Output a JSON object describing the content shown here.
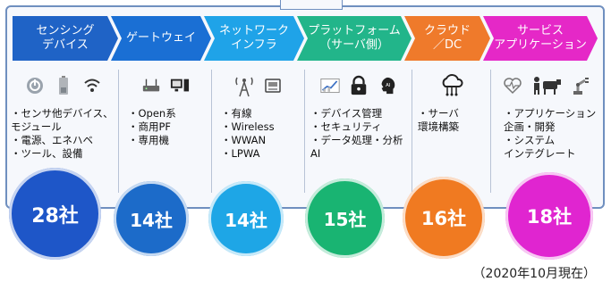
{
  "categories": [
    {
      "id": "sensing",
      "header": "センシング\nデバイス",
      "header_color": "#1f63c6",
      "icons": [
        "power-icon",
        "battery-icon",
        "wifi-icon"
      ],
      "items": "・センサ他デバイス、\n  モジュール\n・電源、エネハベ\n・ツール、設備",
      "count": "28社",
      "circle_color": "#1e56c8"
    },
    {
      "id": "gateway",
      "header": "ゲートウェイ",
      "header_color": "#1a6fd4",
      "icons": [
        "router-icon",
        "computer-icon"
      ],
      "items": "・Open系\n・商用PF\n・専用機",
      "count": "14社",
      "circle_color": "#1c6bc9"
    },
    {
      "id": "network",
      "header": "ネットワーク\nインフラ",
      "header_color": "#1fa3e8",
      "icons": [
        "antenna-tower-icon",
        "device-icon"
      ],
      "items": "・有線\n・Wireless\n・WWAN\n・LPWA",
      "count": "14社",
      "circle_color": "#1ea6e6"
    },
    {
      "id": "platform",
      "header": "プラットフォーム\n（サーバ側）",
      "header_color": "#22b58a",
      "icons": [
        "analytics-chart-icon",
        "security-lock-icon",
        "ai-head-icon"
      ],
      "items": "・デバイス管理\n・セキュリティ\n・データ処理・分析\n  AI",
      "count": "15社",
      "circle_color": "#19b472"
    },
    {
      "id": "cloud",
      "header": "クラウド\n／DC",
      "header_color": "#ef7a2b",
      "icons": [
        "cloud-network-icon"
      ],
      "items": "・サーバ\n  環境構築",
      "count": "16社",
      "circle_color": "#f07a21"
    },
    {
      "id": "service",
      "header": "サービス\nアプリケーション",
      "header_color": "#e528c7",
      "icons": [
        "heart-pulse-icon",
        "farmer-cow-icon",
        "robot-arm-icon"
      ],
      "items": "・アプリケーション\n  企画・開発\n・システム\n  インテグレート",
      "count": "18社",
      "circle_color": "#e025d0"
    }
  ],
  "date_note": "（2020年10月現在）"
}
